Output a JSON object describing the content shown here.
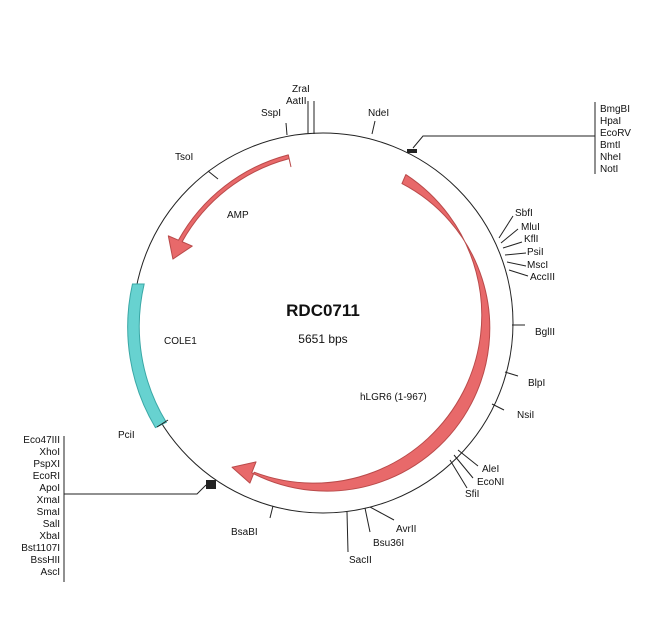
{
  "plasmid": {
    "name": "RDC0711",
    "size_label": "5651 bps"
  },
  "features": [
    {
      "name": "AMP",
      "label": "AMP",
      "color": "#e8696a",
      "stroke": "#b94a4a",
      "type": "arrow",
      "direction": "ccw"
    },
    {
      "name": "hLGR6",
      "label": "hLGR6 (1-967)",
      "color": "#e8696a",
      "stroke": "#b94a4a",
      "type": "arrow",
      "direction": "cw"
    },
    {
      "name": "COLE1",
      "label": "COLE1",
      "color": "#67d2d0",
      "stroke": "#3aa8a6",
      "type": "block"
    }
  ],
  "sites": {
    "single": [
      "TsoI",
      "SspI",
      "NdeI",
      "BglII",
      "BlpI",
      "NsiI",
      "PciI",
      "BsaBI",
      "SacII"
    ],
    "stacked": [
      [
        "ZraI",
        "AatII"
      ],
      [
        "Bsu36I",
        "AvrII"
      ],
      [
        "AleI",
        "EcoNI",
        "SfiI"
      ]
    ],
    "cluster_top_right": [
      "BmgBI",
      "HpaI",
      "EcoRV",
      "BmtI",
      "NheI",
      "NotI"
    ],
    "cluster_right": [
      "SbfI",
      "MluI",
      "KflI",
      "PsiI",
      "MscI",
      "AccIII"
    ],
    "cluster_left": [
      "Eco47III",
      "XhoI",
      "PspXI",
      "EcoRI",
      "ApoI",
      "XmaI",
      "SmaI",
      "SalI",
      "XbaI",
      "Bst1107I",
      "BssHII",
      "AscI"
    ]
  }
}
